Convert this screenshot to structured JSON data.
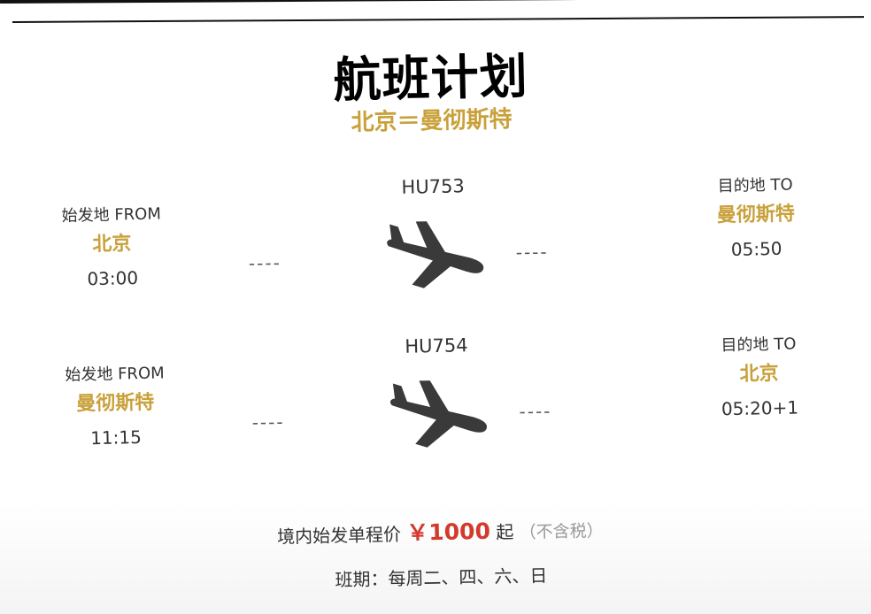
{
  "header": {
    "title": "航班计划",
    "route": "北京＝曼彻斯特"
  },
  "flights": [
    {
      "flight_no": "HU753",
      "from_label": "始发地 FROM",
      "from_city": "北京",
      "depart_time": "03:00",
      "to_label": "目的地 TO",
      "to_city": "曼彻斯特",
      "arrive_time": "05:50",
      "dash": "----",
      "icon": "airplane-icon"
    },
    {
      "flight_no": "HU754",
      "from_label": "始发地 FROM",
      "from_city": "曼彻斯特",
      "depart_time": "11:15",
      "to_label": "目的地 TO",
      "to_city": "北京",
      "arrive_time": "05:20+1",
      "dash": "----",
      "icon": "airplane-icon"
    }
  ],
  "footer": {
    "price_prefix": "境内始发单程价",
    "price_amount": "￥1000",
    "price_suffix": "起",
    "price_note": "（不含税）",
    "schedule": "班期：每周二、四、六、日"
  },
  "colors": {
    "accent_gold": "#c9a13b",
    "price_red": "#d23a2c",
    "text_dark": "#333333",
    "plane_gray": "#3a3a3a"
  }
}
